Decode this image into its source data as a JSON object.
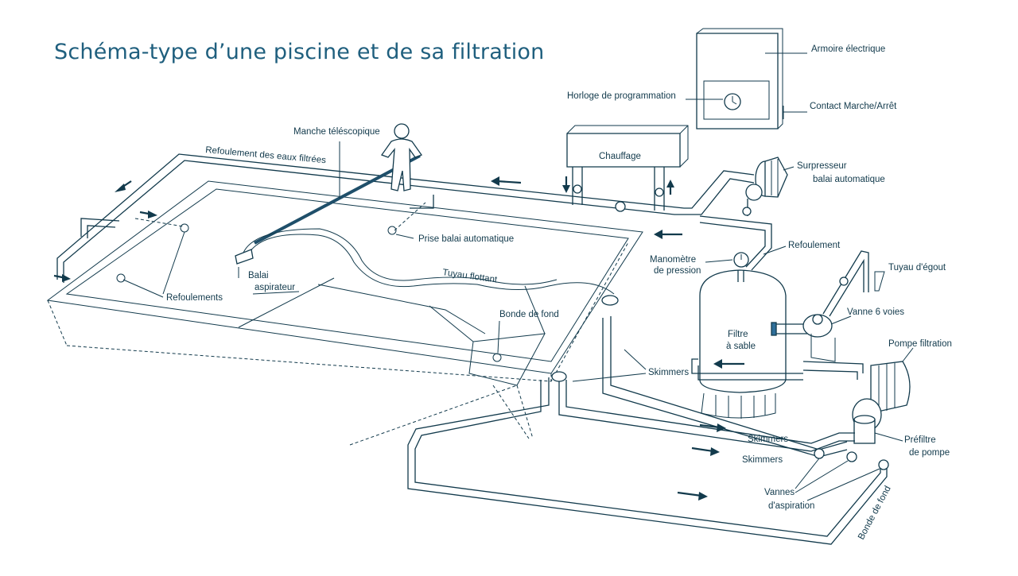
{
  "title": "Schéma-type d’une piscine et de sa filtration",
  "labels": {
    "armoire": "Armoire électrique",
    "horloge": "Horloge de programmation",
    "contact": "Contact Marche/Arrêt",
    "manche": "Manche téléscopique",
    "refoulement_eaux": "Refoulement des eaux filtrées",
    "chauffage": "Chauffage",
    "surpresseur_1": "Surpresseur",
    "surpresseur_2": "balai automatique",
    "prise_balai": "Prise balai automatique",
    "refoulement": "Refoulement",
    "manometre_1": "Manomètre",
    "manometre_2": "de pression",
    "tuyau_egout": "Tuyau d'égout",
    "balai_1": "Balai",
    "balai_2": "aspirateur",
    "tuyau_flottant": "Tuyau flottant",
    "refoulements": "Refoulements",
    "vanne6": "Vanne 6 voies",
    "filtre_1": "Filtre",
    "filtre_2": "à sable",
    "bonde": "Bonde de fond",
    "pompe": "Pompe filtration",
    "skimmers_pool": "Skimmers",
    "skimmers_pipe1": "Skimmers",
    "skimmers_pipe2": "Skimmers",
    "prefiltre_1": "Préfiltre",
    "prefiltre_2": "de pompe",
    "vannes_1": "Vannes",
    "vannes_2": "d'aspiration",
    "bonde_pipe": "Bonde de fond"
  },
  "colors": {
    "title": "#1f5f7e",
    "line": "#123a4c",
    "handle": "#1f4f6a",
    "fitting": "#2e6f9a"
  }
}
